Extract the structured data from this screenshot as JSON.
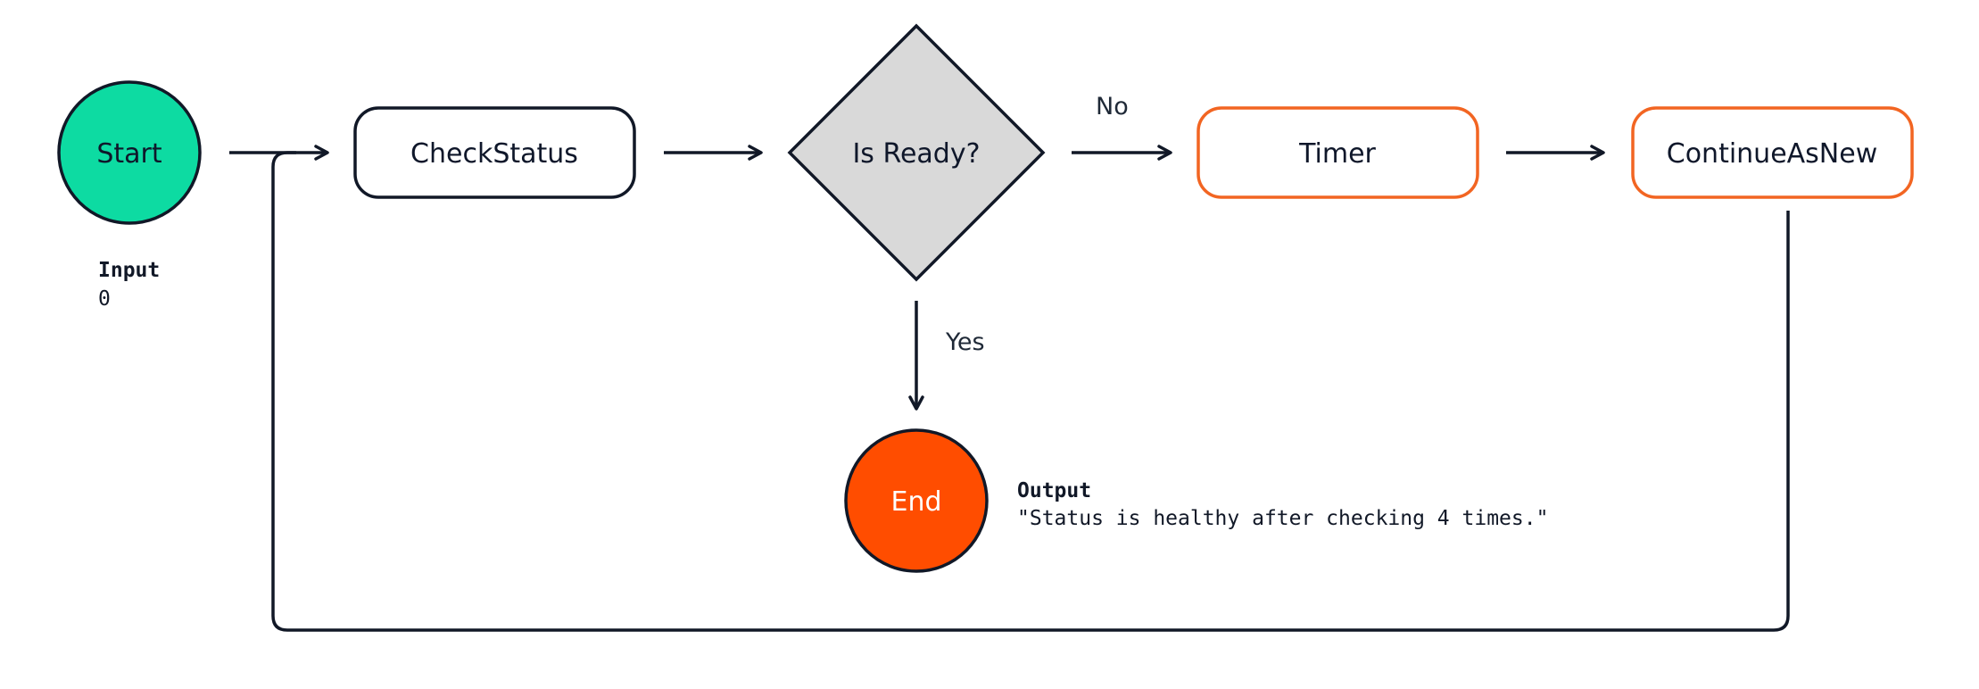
{
  "colors": {
    "start_fill": "#0ddba2",
    "end_fill": "#ff4d00",
    "orange_stroke": "#f26522",
    "diamond_fill": "#d9d9d9",
    "stroke": "#111827"
  },
  "nodes": {
    "start": {
      "label": "Start"
    },
    "check_status": {
      "label": "CheckStatus"
    },
    "is_ready": {
      "label": "Is Ready?"
    },
    "timer": {
      "label": "Timer"
    },
    "continue_as_new": {
      "label": "ContinueAsNew"
    },
    "end": {
      "label": "End"
    }
  },
  "edges": {
    "no_label": "No",
    "yes_label": "Yes"
  },
  "annotations": {
    "input": {
      "title": "Input",
      "value": "0"
    },
    "output": {
      "title": "Output",
      "value": "\"Status is healthy after checking 4 times.\""
    }
  }
}
